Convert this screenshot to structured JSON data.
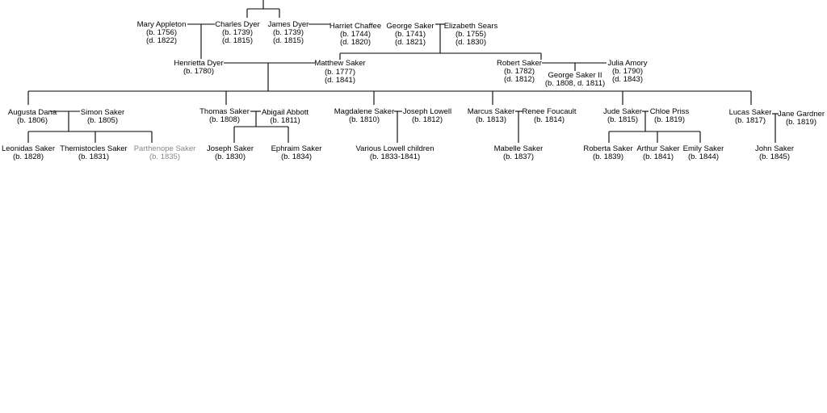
{
  "people": {
    "mary_appleton": {
      "name": "Mary Appleton",
      "l2": "(b. 1756)",
      "l3": "(d. 1822)"
    },
    "charles_dyer": {
      "name": "Charles Dyer",
      "l2": "(b. 1739)",
      "l3": "(d. 1815)"
    },
    "james_dyer": {
      "name": "James Dyer",
      "l2": "(b. 1739)",
      "l3": "(d. 1815)"
    },
    "harriet_chaffee": {
      "name": "Harriet Chaffee",
      "l2": "(b. 1744)",
      "l3": "(d. 1820)"
    },
    "george_saker": {
      "name": "George Saker",
      "l2": "(b. 1741)",
      "l3": "(d. 1821)"
    },
    "elizabeth_sears": {
      "name": "Elizabeth Sears",
      "l2": "(b. 1755)",
      "l3": "(d. 1830)"
    },
    "henrietta_dyer": {
      "name": "Henrietta Dyer",
      "l2": "(b. 1780)"
    },
    "matthew_saker": {
      "name": "Matthew Saker",
      "l2": "(b. 1777)",
      "l3": "(d. 1841)"
    },
    "robert_saker": {
      "name": "Robert Saker",
      "l2": "(b. 1782)",
      "l3": "(d. 1812)"
    },
    "julia_amory": {
      "name": "Julia Amory",
      "l2": "(b. 1790)",
      "l3": "(d. 1843)"
    },
    "george_saker_ii": {
      "name": "George Saker II",
      "l2": "(b. 1808, d. 1811)"
    },
    "augusta_dana": {
      "name": "Augusta Dana",
      "l2": "(b. 1806)"
    },
    "simon_saker": {
      "name": "Simon Saker",
      "l2": "(b. 1805)"
    },
    "thomas_saker": {
      "name": "Thomas Saker",
      "l2": "(b. 1808)"
    },
    "abigail_abbott": {
      "name": "Abigail Abbott",
      "l2": "(b. 1811)"
    },
    "magdalene_saker": {
      "name": "Magdalene Saker",
      "l2": "(b. 1810)"
    },
    "joseph_lowell": {
      "name": "Joseph Lowell",
      "l2": "(b. 1812)"
    },
    "marcus_saker": {
      "name": "Marcus Saker",
      "l2": "(b. 1813)"
    },
    "renee_foucault": {
      "name": "Renee Foucault",
      "l2": "(b. 1814)"
    },
    "jude_saker": {
      "name": "Jude Saker",
      "l2": "(b. 1815)"
    },
    "chloe_priss": {
      "name": "Chloe Priss",
      "l2": "(b. 1819)"
    },
    "lucas_saker": {
      "name": "Lucas Saker",
      "l2": "(b. 1817)"
    },
    "jane_gardner": {
      "name": "Jane Gardner",
      "l2": "(b. 1819)"
    },
    "leonidas_saker": {
      "name": "Leonidas Saker",
      "l2": "(b. 1828)"
    },
    "themistocles_saker": {
      "name": "Themistocles Saker",
      "l2": "(b. 1831)"
    },
    "parthenope_saker": {
      "name": "Parthenope Saker",
      "l2": "(b. 1835)"
    },
    "joseph_saker": {
      "name": "Joseph Saker",
      "l2": "(b. 1830)"
    },
    "ephraim_saker": {
      "name": "Ephraim Saker",
      "l2": "(b. 1834)"
    },
    "various_lowell": {
      "name": "Various Lowell children",
      "l2": "(b. 1833-1841)"
    },
    "mabelle_saker": {
      "name": "Mabelle Saker",
      "l2": "(b. 1837)"
    },
    "roberta_saker": {
      "name": "Roberta Saker",
      "l2": "(b. 1839)"
    },
    "arthur_saker": {
      "name": "Arthur Saker",
      "l2": "(b. 1841)"
    },
    "emily_saker": {
      "name": "Emily Saker",
      "l2": "(b. 1844)"
    },
    "john_saker": {
      "name": "John Saker",
      "l2": "(b. 1845)"
    }
  }
}
